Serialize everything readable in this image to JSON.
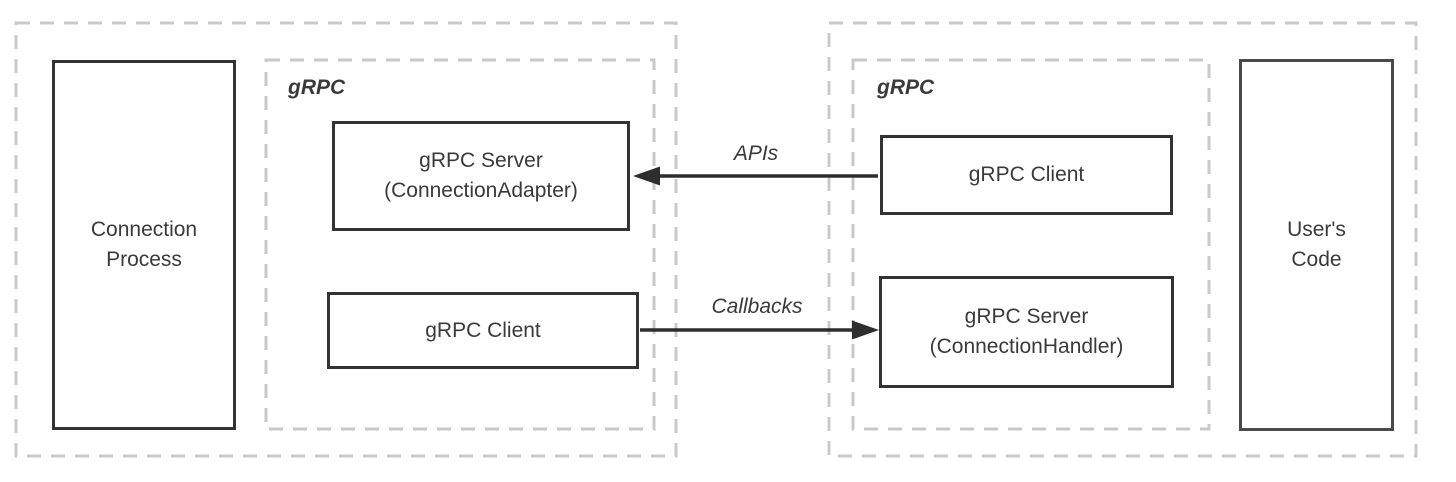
{
  "diagram": {
    "type": "architecture-diagram",
    "subject": "gRPC connection architecture"
  },
  "colors": {
    "box_border": "#333333",
    "user_box_border": "#4a4a4a",
    "dashed_border": "#c9c9c9",
    "text": "#3a3a3a",
    "arrow": "#2e2e2e",
    "bg": "#ffffff"
  },
  "left_group": {
    "process_box": {
      "lines": [
        "Connection",
        "Process"
      ]
    },
    "grpc_container": {
      "label": "gRPC"
    },
    "server_box": {
      "lines": [
        "gRPC Server",
        "(ConnectionAdapter)"
      ]
    },
    "client_box": {
      "label": "gRPC Client"
    }
  },
  "right_group": {
    "grpc_container": {
      "label": "gRPC"
    },
    "client_box": {
      "label": "gRPC Client"
    },
    "server_box": {
      "lines": [
        "gRPC Server",
        "(ConnectionHandler)"
      ]
    },
    "user_code_box": {
      "lines": [
        "User's",
        "Code"
      ]
    }
  },
  "arrows": {
    "apis": {
      "label": "APIs",
      "direction": "left",
      "from": "right gRPC Client",
      "to": "gRPC Server (ConnectionAdapter)"
    },
    "callbacks": {
      "label": "Callbacks",
      "direction": "right",
      "from": "left gRPC Client",
      "to": "gRPC Server (ConnectionHandler)"
    }
  }
}
